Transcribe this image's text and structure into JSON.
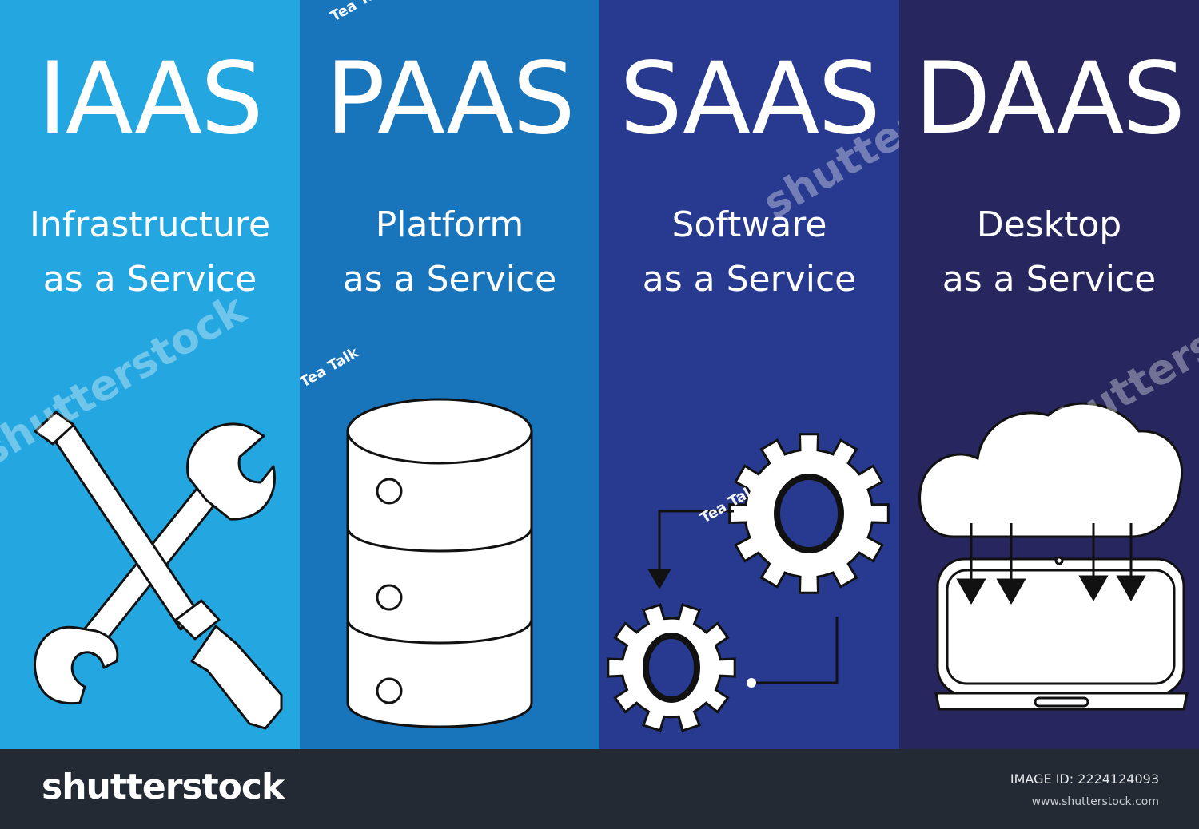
{
  "panels": [
    {
      "acronym": "IAAS",
      "line1": "Infrastructure",
      "line2": "as a Service",
      "icon": "tools-icon",
      "color": "#24a7e1"
    },
    {
      "acronym": "PAAS",
      "line1": "Platform",
      "line2": "as a Service",
      "icon": "database-icon",
      "color": "#1874bb"
    },
    {
      "acronym": "SAAS",
      "line1": "Software",
      "line2": "as a Service",
      "icon": "gears-icon",
      "color": "#283a8f"
    },
    {
      "acronym": "DAAS",
      "line1": "Desktop",
      "line2": "as a Service",
      "icon": "cloud-laptop-icon",
      "color": "#27265f"
    }
  ],
  "watermark": {
    "text": "shutterstock",
    "tag": "Tea Talk"
  },
  "footer": {
    "brand": "shutterstock",
    "image_id": "IMAGE ID: 2224124093",
    "site": "www.shutterstock.com"
  }
}
